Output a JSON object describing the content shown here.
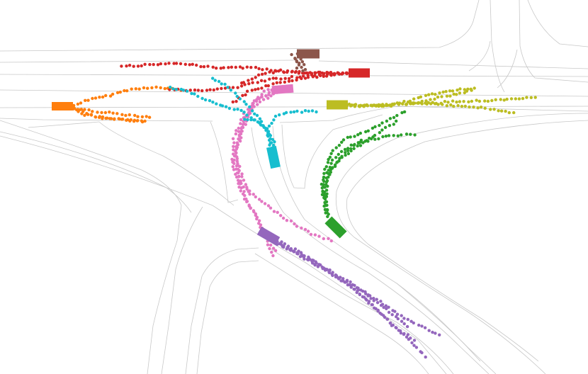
{
  "scene": {
    "type": "trajectory-prediction-map",
    "background": "#ffffff",
    "road_line_color": "#c8c8c8"
  },
  "agents": [
    {
      "id": "orange",
      "color": "#ff7f0e"
    },
    {
      "id": "red",
      "color": "#d62728"
    },
    {
      "id": "brown",
      "color": "#8c564b"
    },
    {
      "id": "pink",
      "color": "#e377c2"
    },
    {
      "id": "cyan",
      "color": "#17becf"
    },
    {
      "id": "olive",
      "color": "#bcbd22"
    },
    {
      "id": "green",
      "color": "#2ca02c"
    },
    {
      "id": "purple",
      "color": "#9467bd"
    }
  ]
}
